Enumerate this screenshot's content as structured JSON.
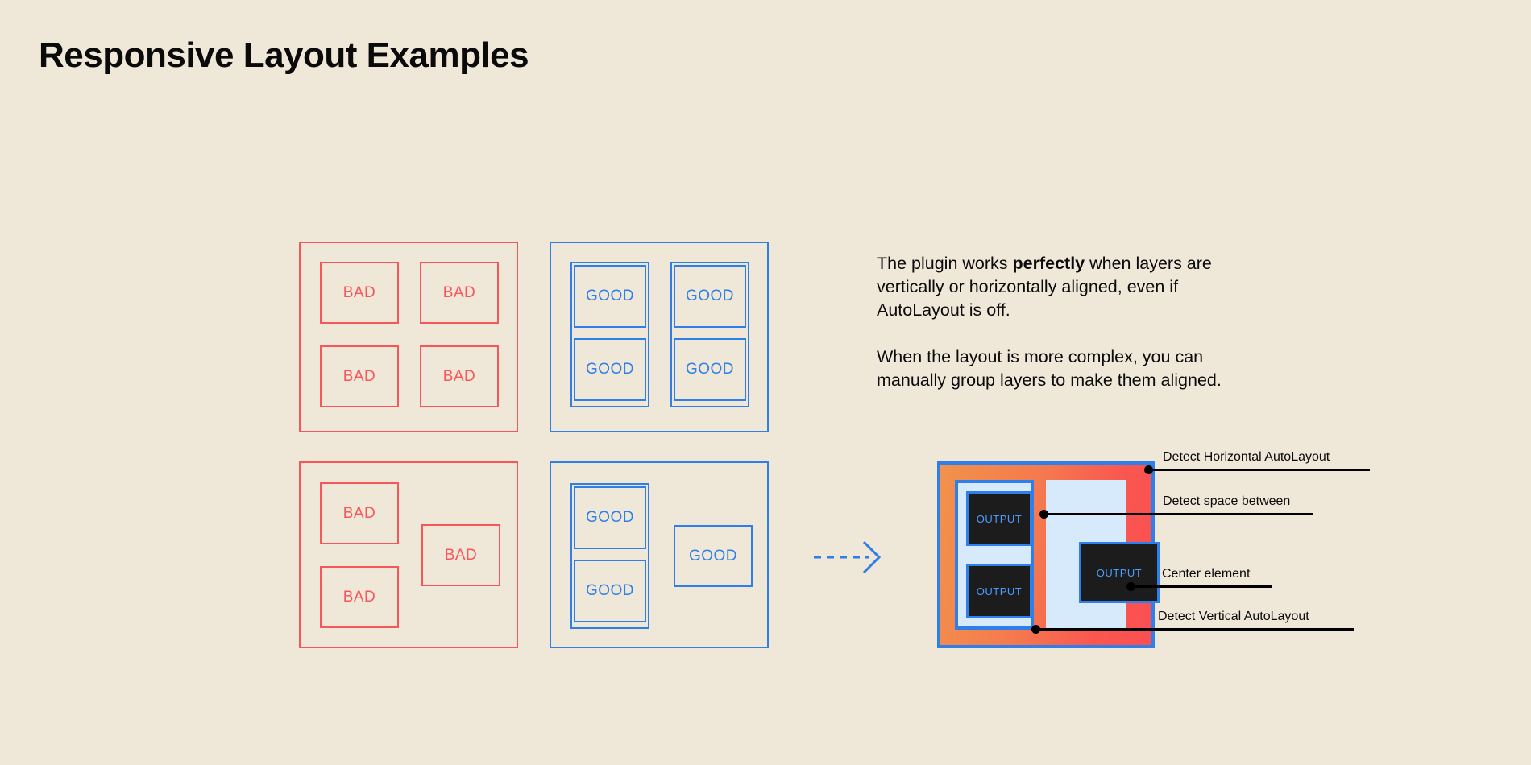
{
  "page": {
    "title": "Responsive Layout Examples",
    "background_color": "#EFE7D8",
    "bad_color": "#F8565A",
    "good_color": "#2F7FEA",
    "text_color": "#0A0A0A"
  },
  "examples": {
    "bad_label": "BAD",
    "good_label": "GOOD",
    "top_left_panel": {
      "kind": "bad",
      "boxes": [
        "BAD",
        "BAD",
        "BAD",
        "BAD"
      ]
    },
    "top_right_panel": {
      "kind": "good",
      "groups": [
        {
          "boxes": [
            "GOOD",
            "GOOD"
          ]
        },
        {
          "boxes": [
            "GOOD",
            "GOOD"
          ]
        }
      ]
    },
    "bottom_left_panel": {
      "kind": "bad",
      "boxes": [
        "BAD",
        "BAD",
        "BAD"
      ]
    },
    "bottom_right_panel": {
      "kind": "good",
      "groups": [
        {
          "boxes": [
            "GOOD",
            "GOOD"
          ]
        }
      ],
      "ungrouped": [
        "GOOD"
      ]
    }
  },
  "description": {
    "paragraph_1": {
      "before": "The plugin works ",
      "bold": "perfectly",
      "after": " when layers are vertically or horizontally aligned, even if AutoLayout is off."
    },
    "paragraph_2": "When the layout is more complex, you can manually group layers to make them aligned."
  },
  "arrow": {
    "icon": "dashed-arrow-right-icon",
    "color": "#2F7FEA"
  },
  "figure": {
    "chips": [
      "OUTPUT",
      "OUTPUT",
      "OUTPUT"
    ],
    "chip_text_color": "#4A9BFF",
    "chip_bg_color": "#1C1C1C",
    "frame_border_color": "#2F7FEA",
    "gradient_from": "#F2924C",
    "gradient_to": "#FB4F52",
    "panel_fill": "#D7EAFB",
    "callouts": [
      {
        "label": "Detect Horizontal AutoLayout"
      },
      {
        "label": "Detect space between"
      },
      {
        "label": "Center element"
      },
      {
        "label": "Detect Vertical AutoLayout"
      }
    ]
  }
}
